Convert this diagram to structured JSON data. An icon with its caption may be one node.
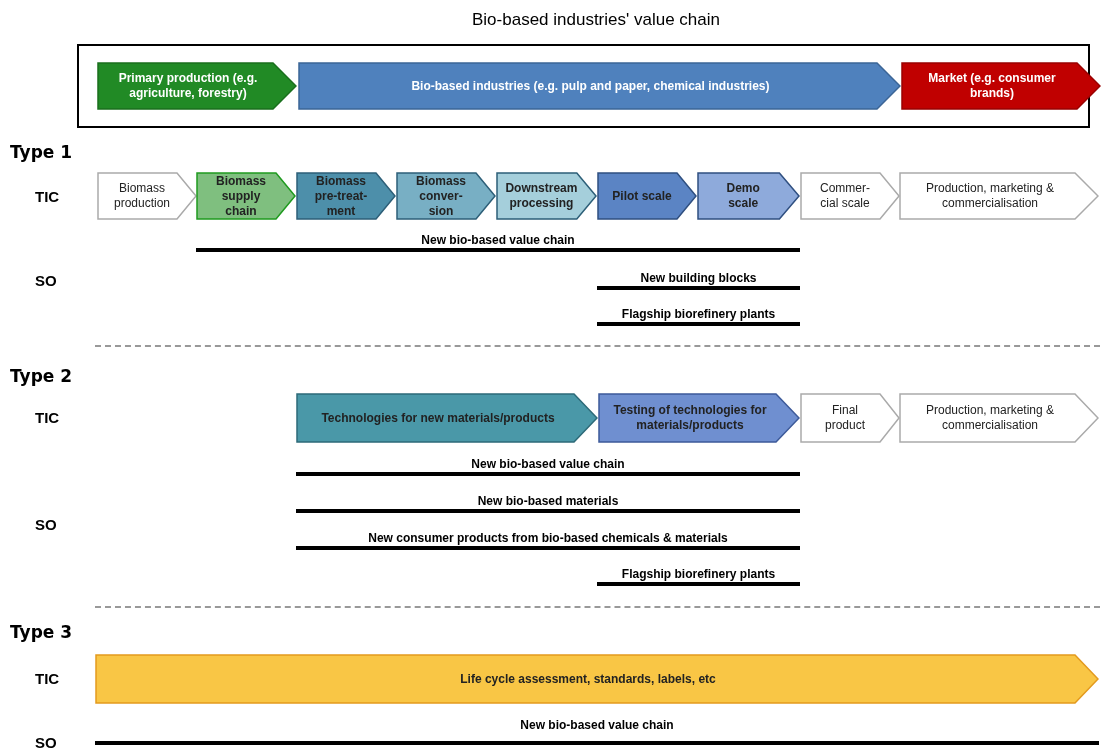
{
  "diagram": {
    "title": "Bio-based industries' value chain",
    "nodes": [
      {
        "text": [],
        "shape": "box"
      },
      {
        "text": [
          "Primary production (e.g. agriculture, forestry)"
        ],
        "in": 0
      },
      {
        "text": [
          "Bio-based industries (e.g. pulp and paper, chemical industries)"
        ],
        "in": 0
      },
      {
        "text": [
          "Market (e.g. consumer brands)"
        ],
        "in": 0
      },
      {
        "text": [
          "Biomass production"
        ]
      },
      {
        "text": [
          "Biomass supply chain"
        ]
      },
      {
        "text": [
          "Biomass pre-treat- ment"
        ]
      },
      {
        "text": [
          "Biomass conver- sion"
        ]
      },
      {
        "text": [
          "Downstream processing"
        ]
      },
      {
        "text": [
          "Pilot scale"
        ]
      },
      {
        "text": [
          "Demo scale"
        ]
      },
      {
        "text": [
          "Commer- cial scale"
        ]
      },
      {
        "text": [
          "Production, marketing & commercialisation"
        ]
      },
      {
        "text": [
          "New bio-based value chain"
        ]
      },
      {
        "text": [
          "New building blocks"
        ]
      },
      {
        "text": [
          "Flagship biorefinery plants"
        ]
      },
      {
        "text": [
          "Technologies for new materials/products"
        ]
      },
      {
        "text": [
          "Testing of technologies for materials/products"
        ]
      },
      {
        "text": [
          "Final product"
        ]
      },
      {
        "text": [
          "Production, marketing & commercialisation"
        ]
      },
      {
        "text": [
          "New bio-based value chain"
        ]
      },
      {
        "text": [
          "New bio-based materials"
        ]
      },
      {
        "text": [
          "New consumer products from bio-based chemicals & materials"
        ]
      },
      {
        "text": [
          "Flagship biorefinery plants"
        ]
      },
      {
        "text": [
          "Life cycle assessment, standards, labels, etc"
        ]
      },
      {
        "text": [
          "New bio-based value chain"
        ]
      }
    ],
    "edges": [],
    "labels": [
      "Type 1",
      "TIC",
      "SO",
      "Type 2",
      "TIC",
      "SO",
      "Type 3",
      "TIC",
      "SO"
    ]
  }
}
